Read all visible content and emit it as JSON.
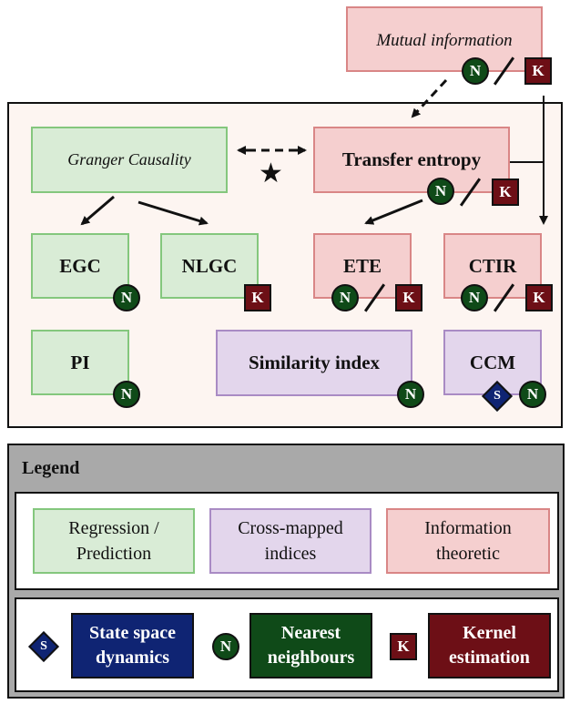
{
  "nodes": {
    "mutual_information": "Mutual information",
    "granger": "Granger Causality",
    "transfer_entropy": "Transfer entropy",
    "egc": "EGC",
    "nlgc": "NLGC",
    "ete": "ETE",
    "ctir": "CTIR",
    "pi": "PI",
    "similarity_index": "Similarity index",
    "ccm": "CCM"
  },
  "badges": {
    "n": "N",
    "k": "K",
    "s": "S"
  },
  "star": "★",
  "legend": {
    "title": "Legend",
    "categories": [
      {
        "line1": "Regression /",
        "line2": "Prediction",
        "color": "#d9ecd6"
      },
      {
        "line1": "Cross-mapped",
        "line2": "indices",
        "color": "#e3d6ec"
      },
      {
        "line1": "Information",
        "line2": "theoretic",
        "color": "#f5cfcf"
      }
    ],
    "methods": [
      {
        "line1": "State space",
        "line2": "dynamics",
        "color": "#0f2473"
      },
      {
        "line1": "Nearest",
        "line2": "neighbours",
        "color": "#0f4a18"
      },
      {
        "line1": "Kernel",
        "line2": "estimation",
        "color": "#6d0f16"
      }
    ]
  }
}
